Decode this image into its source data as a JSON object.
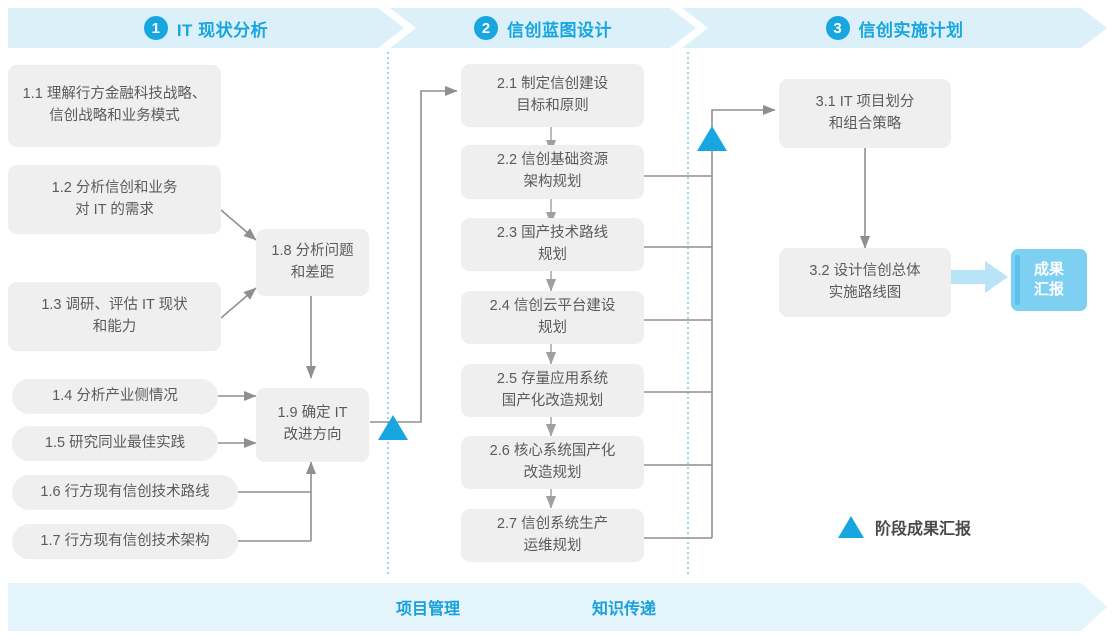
{
  "phases": [
    {
      "num": "1",
      "title": "IT 现状分析"
    },
    {
      "num": "2",
      "title": "信创蓝图设计"
    },
    {
      "num": "3",
      "title": "信创实施计划"
    }
  ],
  "boxes": {
    "b11": "1.1 理解行方金融科技战略、\n信创战略和业务模式",
    "b12": "1.2 分析信创和业务\n对 IT 的需求",
    "b13": "1.3 调研、评估 IT 现状\n和能力",
    "b14": "1.4 分析产业侧情况",
    "b15": "1.5 研究同业最佳实践",
    "b16": "1.6 行方现有信创技术路线",
    "b17": "1.7 行方现有信创技术架构",
    "b18": "1.8 分析问题\n和差距",
    "b19": "1.9 确定 IT\n改进方向",
    "b21": "2.1 制定信创建设\n目标和原则",
    "b22": "2.2 信创基础资源\n架构规划",
    "b23": "2.3 国产技术路线\n规划",
    "b24": "2.4 信创云平台建设\n规划",
    "b25": "2.5 存量应用系统\n国产化改造规划",
    "b26": "2.6 核心系统国产化\n改造规划",
    "b27": "2.7 信创系统生产\n运维规划",
    "b31": "3.1 IT 项目划分\n和组合策略",
    "b32": "3.2 设计信创总体\n实施路线图"
  },
  "result_chip": "成果\n汇报",
  "legend": {
    "label": "阶段成果汇报"
  },
  "footer": {
    "left_label": "项目管理",
    "right_label": "知识传递"
  },
  "colors": {
    "accent": "#18A6E0",
    "band": "#dcf0fa",
    "footer_band": "#e4f4fb",
    "box_fill": "#efefef",
    "box_text": "#5b5b5b",
    "chip": "#7ed0f2",
    "wire": "#8f8f8f",
    "divider": "#6ec6e8"
  }
}
